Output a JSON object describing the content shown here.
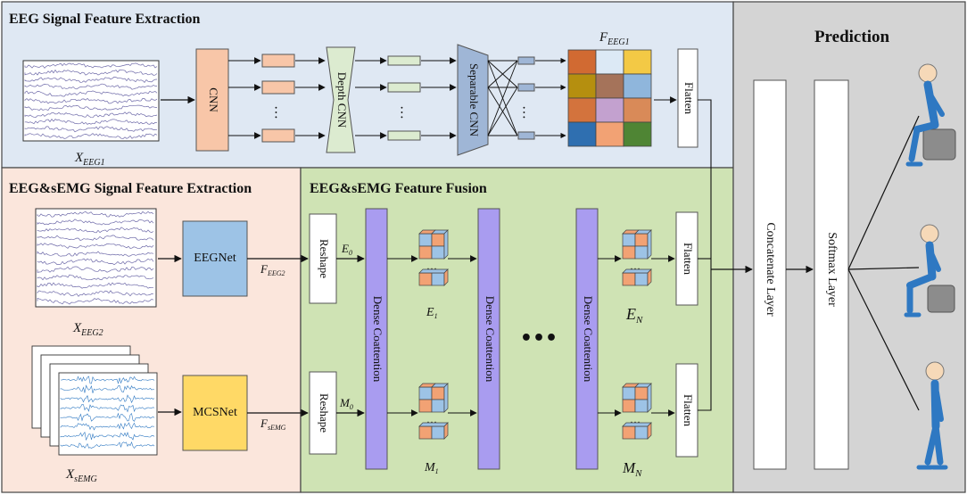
{
  "sections": {
    "eeg_signal": "EEG Signal Feature Extraction",
    "eeg_semg_signal": "EEG&sEMG Signal Feature Extraction",
    "fusion": "EEG&sEMG Feature Fusion",
    "prediction": "Prediction"
  },
  "blocks": {
    "cnn": "CNN",
    "depth_cnn": "Depth CNN",
    "separable_cnn": "Separable CNN",
    "flatten": "Flatten",
    "eegnet": "EEGNet",
    "mcsnet": "MCSNet",
    "reshape": "Reshape",
    "dense_coattention": "Dense Coattention",
    "concatenate": "Concatenate Layer",
    "softmax": "Softmax Layer",
    "dots": "…",
    "big_dots": "•••"
  },
  "math": {
    "x_eeg1": {
      "base": "X",
      "sub": "EEG1"
    },
    "f_eeg1": {
      "base": "F",
      "sub": "EEG1"
    },
    "x_eeg2": {
      "base": "X",
      "sub": "EEG2"
    },
    "f_eeg2": {
      "base": "F",
      "sub": "EEG2"
    },
    "x_semg": {
      "base": "X",
      "sub": "sEMG"
    },
    "f_semg": {
      "base": "F",
      "sub": "sEMG"
    },
    "e0": {
      "base": "E",
      "sub": "0"
    },
    "e1": {
      "base": "E",
      "sub": "1"
    },
    "en": {
      "base": "E",
      "sub": "N"
    },
    "m0": {
      "base": "M",
      "sub": "0"
    },
    "m1": {
      "base": "M",
      "sub": "1"
    },
    "mn": {
      "base": "M",
      "sub": "N"
    }
  },
  "colors": {
    "eeg_panel": "#dfe8f3",
    "semg_panel": "#fbe6dc",
    "fusion_panel": "#cfe3b4",
    "prediction_panel": "#d4d4d4",
    "cnn": "#f8c6a8",
    "depth_cnn": "#dcebd0",
    "separable_cnn": "#9fb6d6",
    "eegnet": "#9dc3e6",
    "mcsnet": "#ffd966",
    "coattention": "#a99cf0",
    "figure_blue": "#2e78c2"
  },
  "feature_map_colors": [
    "#d16a32",
    "#dce9f5",
    "#f3c945",
    "#b58f0f",
    "#a5735a",
    "#8fb6dc",
    "#d3733d",
    "#c3a1cf",
    "#d98a58",
    "#2f6fb0",
    "#f2a274",
    "#4f8534"
  ]
}
